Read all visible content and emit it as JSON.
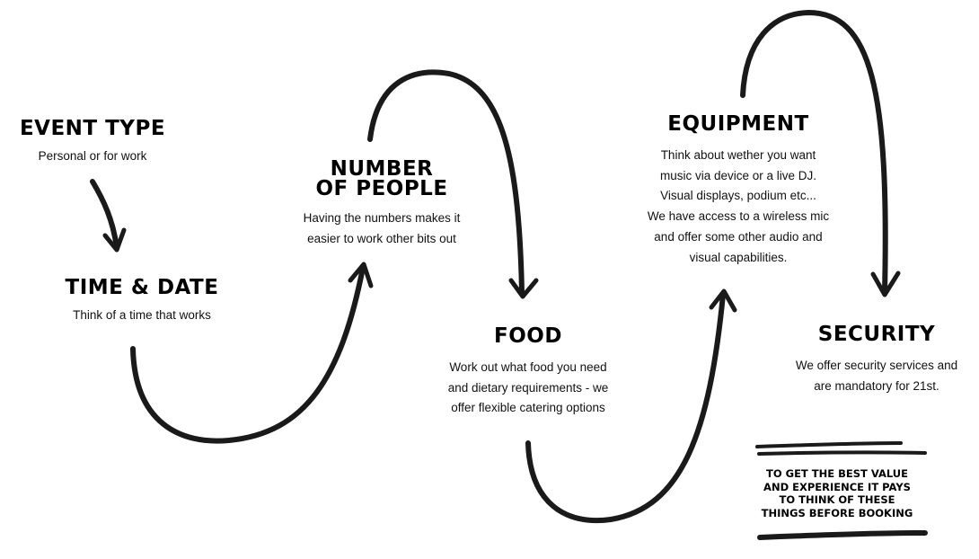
{
  "steps": [
    {
      "title": [
        "EVENT TYPE"
      ],
      "desc": [
        "Personal or for work"
      ]
    },
    {
      "title": [
        "TIME & DATE"
      ],
      "desc": [
        "Think of a time that works"
      ]
    },
    {
      "title": [
        "NUMBER",
        "OF PEOPLE"
      ],
      "desc": [
        "Having the numbers makes it",
        "easier to work other bits out"
      ]
    },
    {
      "title": [
        "FOOD"
      ],
      "desc": [
        "Work out what food you need",
        "and dietary requirements - we",
        "offer flexible catering options"
      ]
    },
    {
      "title": [
        "EQUIPMENT"
      ],
      "desc": [
        "Think about wether you want",
        "music via device or a live DJ.",
        "Visual displays, podium etc...",
        "We have access to a wireless mic",
        "and offer some other audio and",
        "visual capabilities."
      ]
    },
    {
      "title": [
        "SECURITY"
      ],
      "desc": [
        "We offer security services and",
        "are mandatory for 21st."
      ]
    }
  ],
  "note": [
    "TO GET THE BEST VALUE",
    "AND EXPERIENCE IT PAYS",
    "TO THINK OF THESE",
    "THINGS BEFORE BOOKING"
  ],
  "colors": {
    "ink": "#1a1a1a",
    "background": "#ffffff"
  }
}
